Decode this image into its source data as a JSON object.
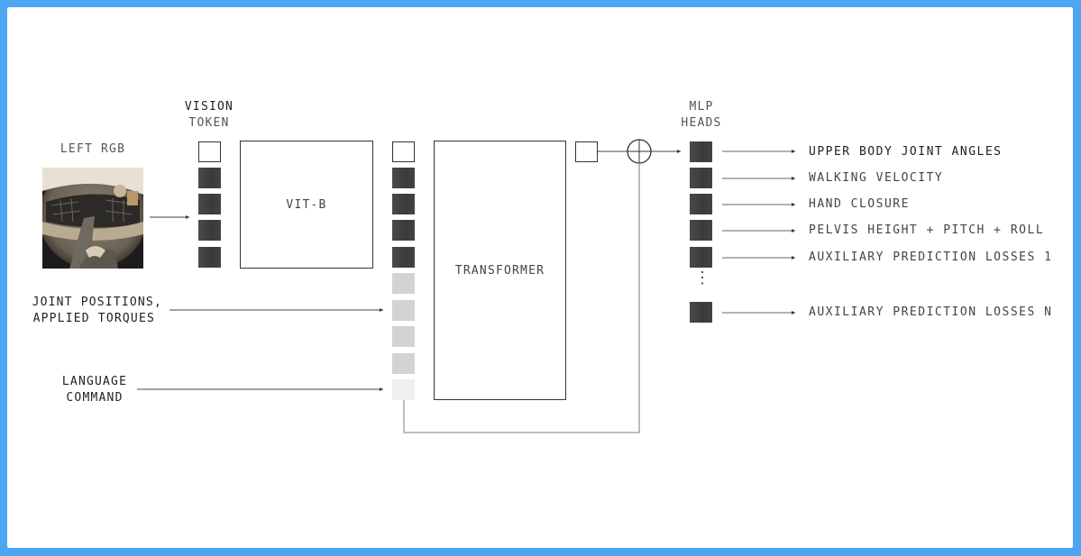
{
  "inputs": {
    "left_rgb": "LEFT RGB",
    "vision_token": [
      "VISION",
      "TOKEN"
    ],
    "joint_positions": [
      "JOINT POSITIONS,",
      "APPLIED TORQUES"
    ],
    "language_command": [
      "LANGUAGE",
      "COMMAND"
    ]
  },
  "blocks": {
    "vit": "VIT-B",
    "transformer": "TRANSFORMER",
    "mlp_heads": [
      "MLP",
      "HEADS"
    ]
  },
  "outputs": [
    "UPPER BODY JOINT ANGLES",
    "WALKING VELOCITY",
    "HAND CLOSURE",
    "PELVIS HEIGHT + PITCH + ROLL",
    "AUXILIARY PREDICTION LOSSES 1",
    "AUXILIARY PREDICTION LOSSES N"
  ],
  "ellipsis": "⋮",
  "colors": {
    "frame": "#4da6f2",
    "token_dark": "#444444",
    "token_light": "#d3d3d3",
    "token_lighter": "#efefef",
    "line": "#333333"
  }
}
